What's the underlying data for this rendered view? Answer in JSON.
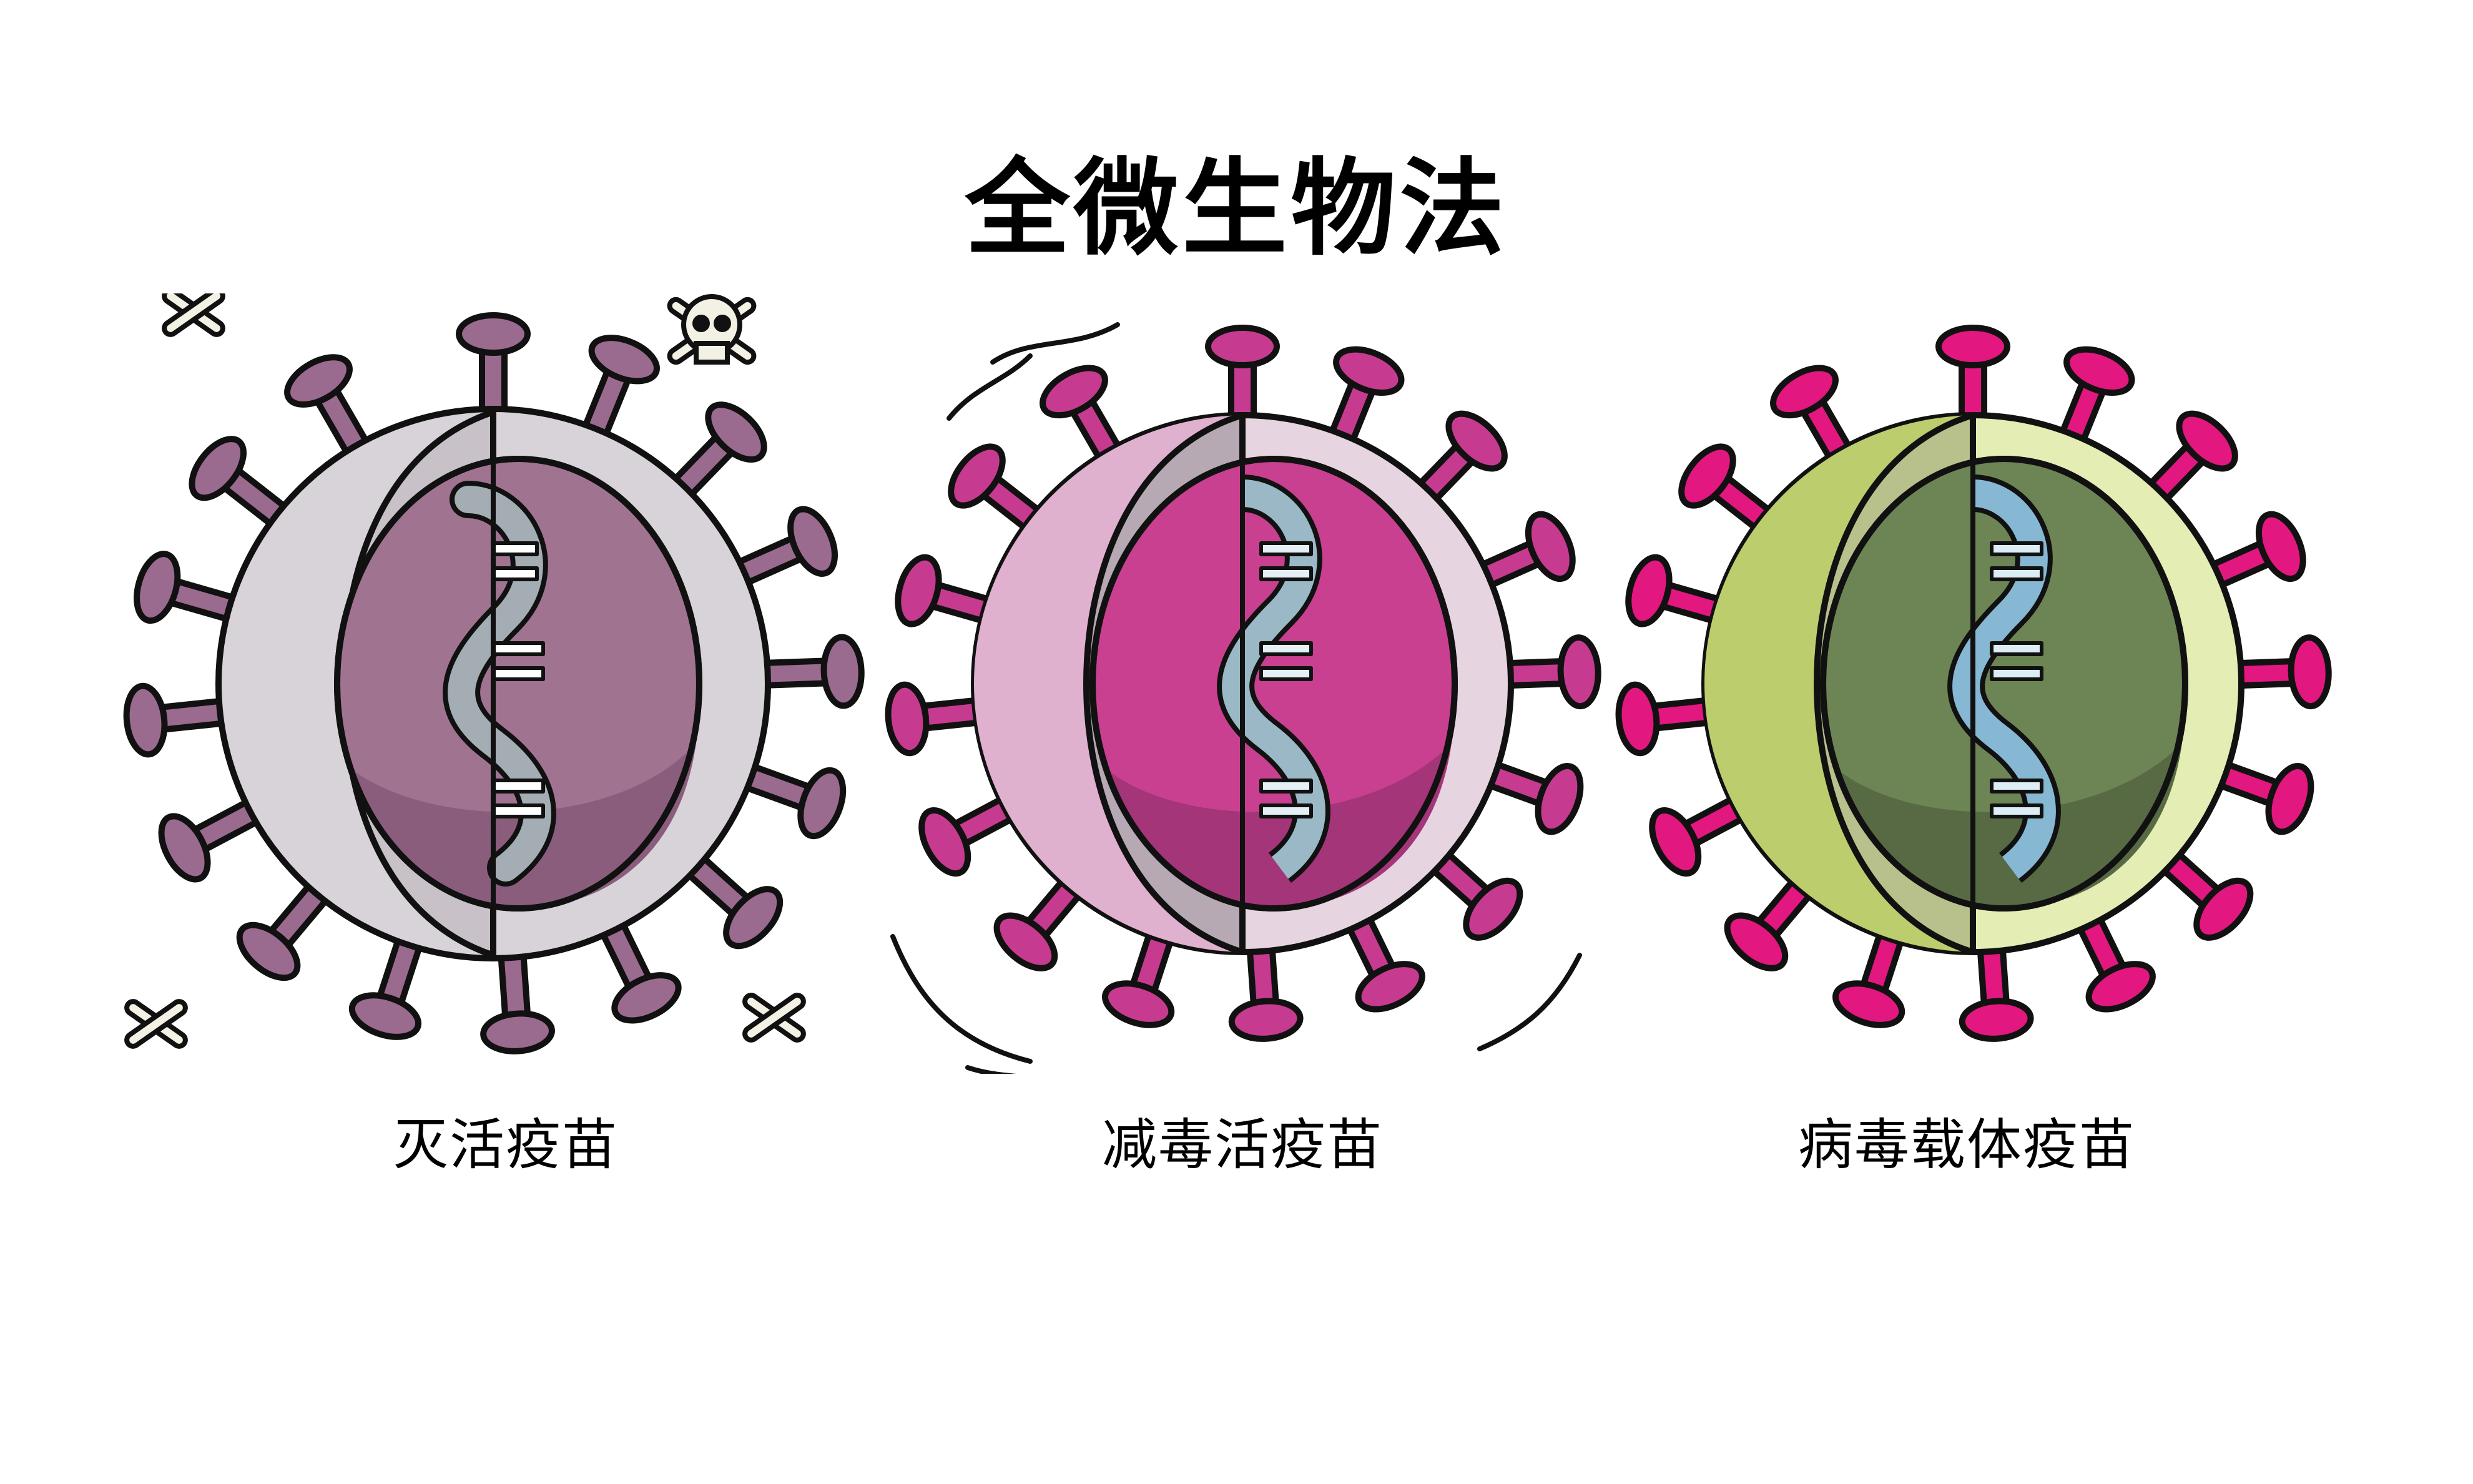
{
  "title": "全微生物法",
  "vaccines": [
    {
      "label": "灭活疫苗",
      "state": "inactivated",
      "decorations": [
        "skull-crossbones-icon",
        "crossbones-icon"
      ],
      "colors": {
        "spike": "#9b6a8f",
        "shell_outer": "#d8d3d8",
        "shell_cut": "#c8c2c8",
        "core": "#a07390",
        "core_shadow": "#8a5d7c",
        "dna": "#a3adb3"
      }
    },
    {
      "label": "减毒活疫苗",
      "state": "attenuated",
      "decorations": [
        "motion-lines"
      ],
      "colors": {
        "spike": "#c63b8f",
        "shell_outer": "#e6d5e0",
        "shell_cut": "#b6a9b4",
        "core": "#c8408f",
        "core_shadow": "#a33578",
        "dna": "#9bb8c6"
      }
    },
    {
      "label": "病毒载体疫苗",
      "state": "vector",
      "decorations": [],
      "colors": {
        "spike": "#e2177f",
        "shell_outer": "#e3edb4",
        "shell_cut": "#b8c08c",
        "core": "#6d8555",
        "core_shadow": "#576a44",
        "dna": "#86b8d3"
      }
    }
  ]
}
